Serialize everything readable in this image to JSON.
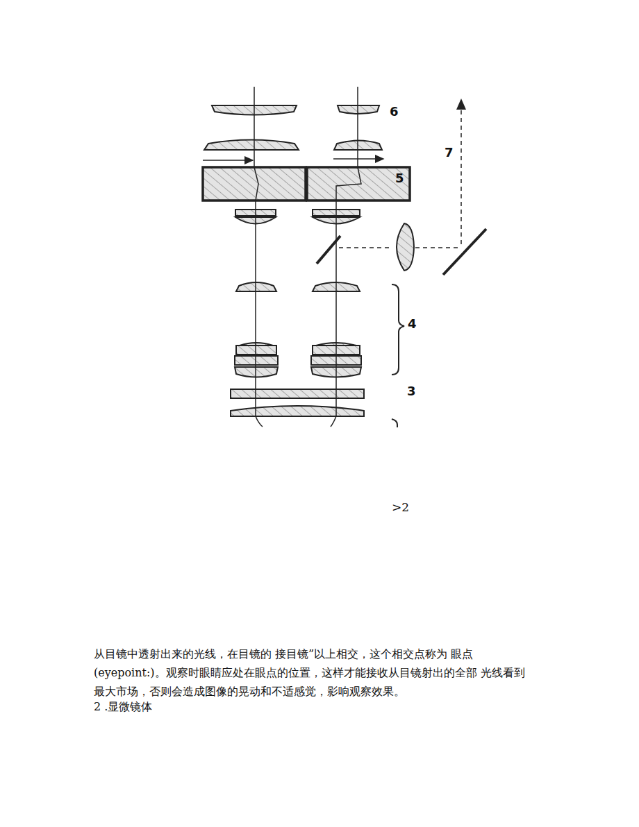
{
  "diagram": {
    "labels": [
      "6",
      "7",
      "5",
      "4",
      "3",
      ">2",
      "从目镜中透射出来的光线，在目镜的 接目镜”以上相交，这个相交点称为 眼点 (eyepoint:)。观察时眼睛应处在眼点的位置，这样才能接收从目镜射出的全部 光线看到最大市场，否则会造成图像的晃动和不适感觉，影响观察效果。",
      "2 .显微镜体"
    ]
  }
}
